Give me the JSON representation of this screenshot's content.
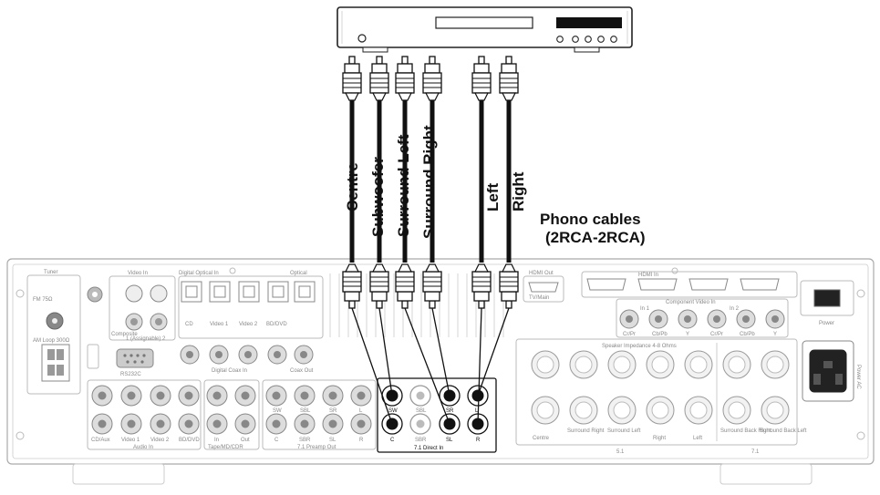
{
  "diagram": {
    "annotation_line1": "Phono cables",
    "annotation_line2": "(2RCA-2RCA)",
    "cables": [
      {
        "label": "Centre"
      },
      {
        "label": "Subwoofer"
      },
      {
        "label": "Surround Left"
      },
      {
        "label": "Surround Right"
      },
      {
        "label": "Left"
      },
      {
        "label": "Right"
      }
    ]
  },
  "receiver": {
    "tuner": "Tuner",
    "fm": "FM 75Ω",
    "am": "AM Loop 300Ω",
    "video_in": "Video In",
    "digital_optical_in": "Digital Optical In",
    "optical": "Optical",
    "composite": "Composite",
    "assignable": "1 (Assignable) 2",
    "rs232": "RS232C",
    "digital_coax_in": "Digital Coax In",
    "coax_out": "Coax Out",
    "opt_labels": [
      "CD",
      "Video 1",
      "Video 2",
      "BD/DVD"
    ],
    "hdmi_out": "HDMI Out",
    "hdmi_out_sub": "TV/Main",
    "hdmi_in": "HDMI In",
    "component_video_in": "Component Video In",
    "comp_in1": "In 1",
    "comp_in2": "In 2",
    "comp_labels": [
      "Cr/Pr",
      "Cb/Pb",
      "Y",
      "Cr/Pr",
      "Cb/Pb",
      "Y"
    ],
    "speaker_impedance": "Speaker Impedance 4-8 Ohms",
    "spk_labels": [
      "Centre",
      "Surround Right",
      "Surround Left",
      "Right",
      "Left",
      "Surround Back Right",
      "Surround Back Left"
    ],
    "spk_51": "5.1",
    "spk_71": "7.1",
    "power": "Power",
    "power_ac": "Power AC",
    "audio_in": "Audio In",
    "audio_labels": [
      "CD/Aux",
      "Video 1",
      "Video 2",
      "BD/DVD"
    ],
    "tape": "Tape/MD/CDR",
    "tape_labels": [
      "In",
      "Out"
    ],
    "preamp_out": "7.1 Preamp Out",
    "preamp_labels": [
      "C",
      "SBR",
      "SL",
      "R"
    ],
    "preamp_top": [
      "SW",
      "SBL",
      "SR",
      "L"
    ],
    "direct_in": "7.1 Direct In",
    "direct_labels": [
      "C",
      "SBR",
      "SL",
      "R"
    ],
    "direct_top": [
      "SW",
      "SBL",
      "SR",
      "L"
    ]
  }
}
